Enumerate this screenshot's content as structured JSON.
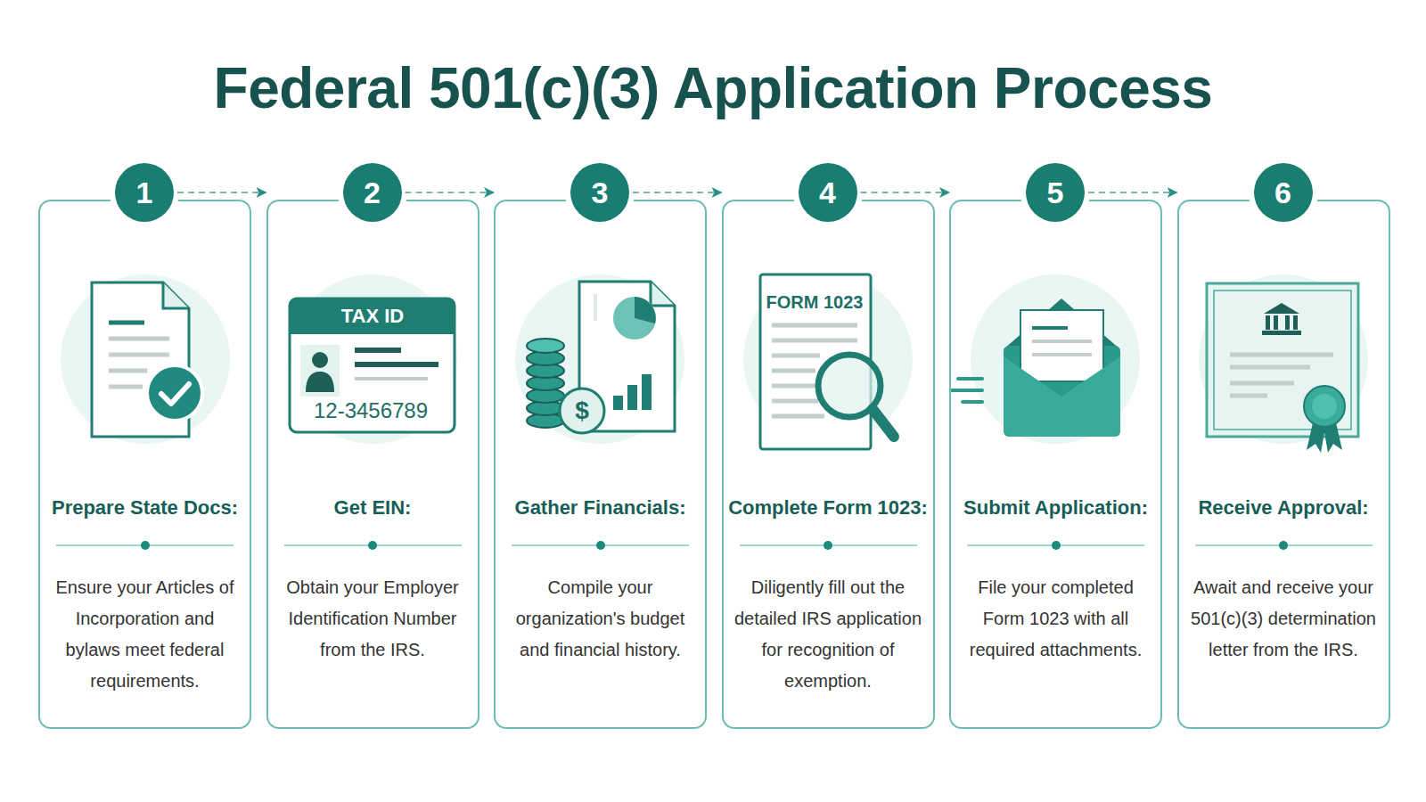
{
  "diagram": {
    "title": "Federal 501(c)(3) Application Process",
    "nodes": [
      {
        "text": [
          "Prepare State Docs:",
          "Ensure your Articles of Incorporation and bylaws meet federal requirements."
        ]
      },
      {
        "text": [
          "1"
        ],
        "in": 0
      },
      {
        "text": [
          "Get EIN:",
          "Obtain your Employer Identification Number from the IRS."
        ]
      },
      {
        "text": [
          "2"
        ],
        "in": 2
      },
      {
        "text": [
          "Gather Financials:",
          "Compile your organization's budget and financial history."
        ]
      },
      {
        "text": [
          "3"
        ],
        "in": 4
      },
      {
        "text": [
          "Complete Form 1023:",
          "Diligently fill out the detailed IRS application for recognition of exemption."
        ]
      },
      {
        "text": [
          "4"
        ],
        "in": 6
      },
      {
        "text": [
          "Submit Application:",
          "File your completed Form 1023 with all required attachments."
        ]
      },
      {
        "text": [
          "5"
        ],
        "in": 8
      },
      {
        "text": [
          "Receive Approval:",
          "Await and receive your 501(c)(3) determination letter from the IRS."
        ]
      },
      {
        "text": [
          "6"
        ],
        "in": 10
      }
    ],
    "edges": [
      {
        "from": 1,
        "to": 2,
        "arrow": "to"
      },
      {
        "from": 3,
        "to": 4,
        "arrow": "to"
      },
      {
        "from": 5,
        "to": 6,
        "arrow": "to"
      },
      {
        "from": 7,
        "to": 8,
        "arrow": "to"
      },
      {
        "from": 9,
        "to": 10,
        "arrow": "to"
      }
    ],
    "labels": [
      "TAX ID",
      "12-3456789",
      "$",
      "FORM 1023"
    ]
  }
}
